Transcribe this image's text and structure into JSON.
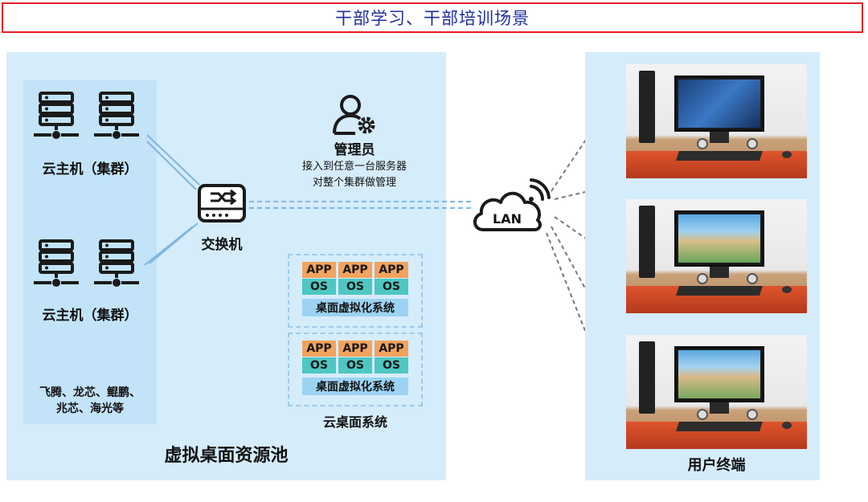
{
  "title": "干部学习、干部培训场景",
  "pool": {
    "label": "虚拟桌面资源池",
    "clusters": [
      {
        "label": "云主机（集群）"
      },
      {
        "label": "云主机（集群）"
      }
    ],
    "chip_line1": "飞腾、龙芯、鲲鹏、",
    "chip_line2": "兆芯、海光等",
    "switch_label": "交换机",
    "admin": {
      "label": "管理员",
      "desc1": "接入到任意一台服务器",
      "desc2": "对整个集群做管理"
    },
    "vdi_systems": [
      {
        "apps": [
          "APP",
          "APP",
          "APP"
        ],
        "oss": [
          "OS",
          "OS",
          "OS"
        ],
        "label": "桌面虚拟化系统"
      },
      {
        "apps": [
          "APP",
          "APP",
          "APP"
        ],
        "oss": [
          "OS",
          "OS",
          "OS"
        ],
        "label": "桌面虚拟化系统"
      }
    ],
    "cloud_desktop_label": "云桌面系统"
  },
  "network": {
    "cloud_label": "LAN"
  },
  "terminals": {
    "label": "用户终端",
    "count": 3
  },
  "colors": {
    "title_border": "#e41e26",
    "title_text": "#1f2f9e",
    "panel_bg": "#d5ecfb",
    "column_bg": "#c2e3f8",
    "app_tile": "#f2a35e",
    "os_tile": "#4ec7c2",
    "vdi_bar": "#9cd3f3"
  },
  "icons": [
    "server-cluster-icon",
    "switch-icon",
    "admin-gear-icon",
    "cloud-wifi-icon",
    "desktop-photo"
  ]
}
